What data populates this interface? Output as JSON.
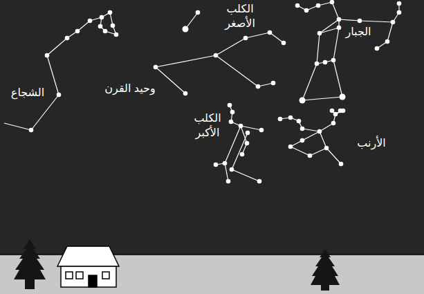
{
  "diagram": {
    "labels": [
      "الكلب الأصغر",
      "الجبار",
      "وحيد القرن",
      "الشجاع",
      "الكلب الأكبر",
      "الأرنب"
    ]
  }
}
